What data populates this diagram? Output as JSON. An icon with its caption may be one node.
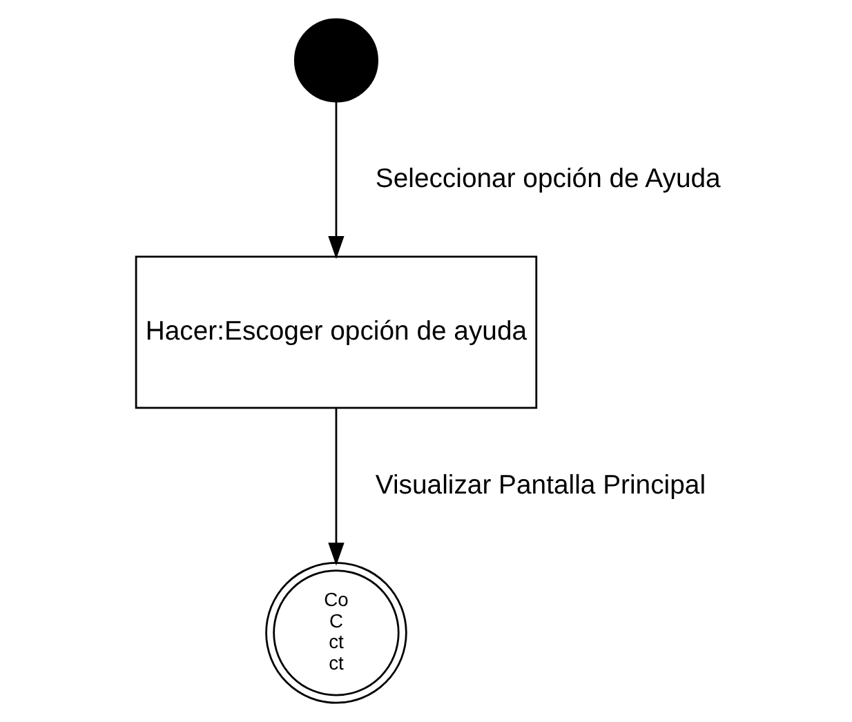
{
  "diagram": {
    "nodes": [
      {
        "text": [],
        "shape": "circle"
      },
      {
        "text": [
          "Hacer:Escoger opción de ayuda"
        ]
      },
      {
        "text": [
          "Co",
          "C",
          "ct",
          "ct"
        ]
      }
    ],
    "edges": [
      {
        "from": 0,
        "to": 1,
        "arrow": "to",
        "label": "Seleccionar opción de Ayuda"
      },
      {
        "from": 1,
        "to": 2,
        "arrow": "to",
        "label": "Visualizar Pantalla Principal"
      }
    ]
  }
}
